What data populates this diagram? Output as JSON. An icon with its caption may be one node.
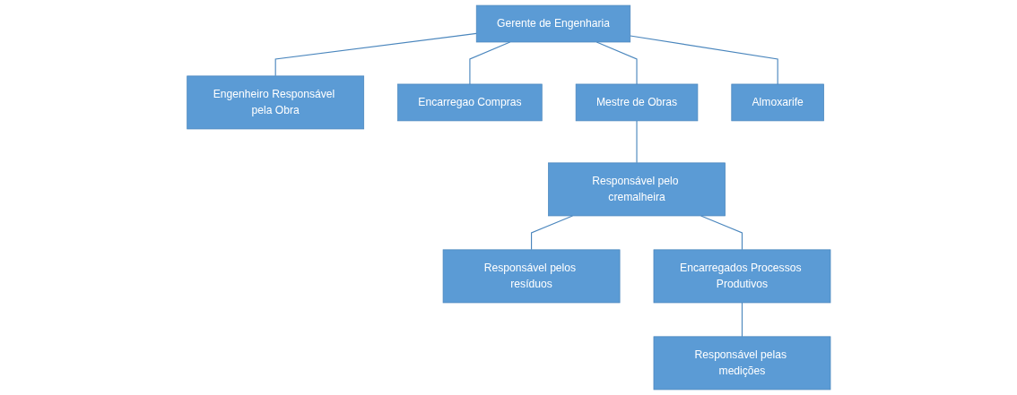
{
  "diagram": {
    "nodes": [
      {
        "text": [
          "Gerente de Engenharia"
        ]
      },
      {
        "text": [
          "Engenheiro Responsável pela Obra"
        ]
      },
      {
        "text": [
          "Encarregao Compras"
        ]
      },
      {
        "text": [
          "Mestre de Obras"
        ]
      },
      {
        "text": [
          "Almoxarife"
        ]
      },
      {
        "text": [
          "Responsável pelos resíduos"
        ]
      },
      {
        "text": [
          "Responsável pelo cremalheira"
        ]
      },
      {
        "text": [
          "Encarregados Processos Produtivos"
        ]
      },
      {
        "text": [
          "Responsável pelas medições"
        ]
      }
    ],
    "edges": [
      {
        "from": 0,
        "to": 1,
        "arrow": "none"
      },
      {
        "from": 0,
        "to": 2,
        "arrow": "none"
      },
      {
        "from": 0,
        "to": 3,
        "arrow": "none"
      },
      {
        "from": 0,
        "to": 4,
        "arrow": "none"
      },
      {
        "from": 3,
        "to": 6,
        "arrow": "none"
      },
      {
        "from": 6,
        "to": 5,
        "arrow": "none"
      },
      {
        "from": 6,
        "to": 7,
        "arrow": "none"
      },
      {
        "from": 7,
        "to": 8,
        "arrow": "none"
      }
    ]
  }
}
